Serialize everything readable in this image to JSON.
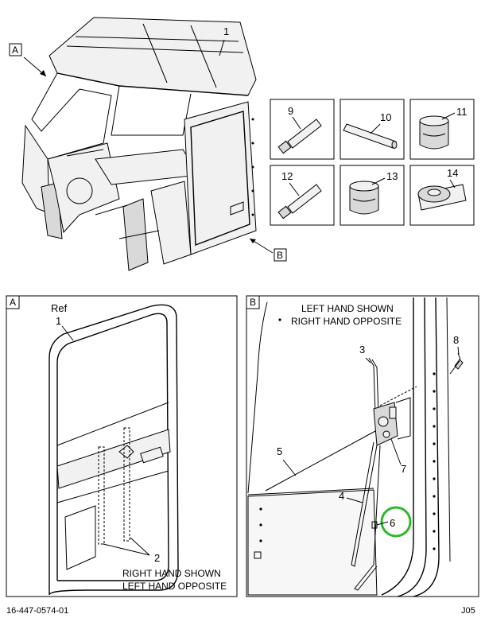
{
  "main_view": {
    "callout_1": "1",
    "view_a_marker": "A",
    "view_b_marker": "B"
  },
  "parts_panels": [
    {
      "number": "9",
      "icon": "tube-icon"
    },
    {
      "number": "10",
      "icon": "rod-icon"
    },
    {
      "number": "11",
      "icon": "can-icon"
    },
    {
      "number": "12",
      "icon": "tube-icon"
    },
    {
      "number": "13",
      "icon": "can-icon"
    },
    {
      "number": "14",
      "icon": "tape-roll-icon"
    }
  ],
  "detail_a": {
    "letter": "A",
    "ref_text": "Ref",
    "callout_1": "1",
    "callout_2": "2",
    "note_line1": "RIGHT HAND SHOWN",
    "note_line2": "LEFT HAND OPPOSITE"
  },
  "detail_b": {
    "letter": "B",
    "note_line1": "LEFT HAND SHOWN",
    "note_line2": "RIGHT HAND OPPOSITE",
    "callouts": [
      "3",
      "4",
      "5",
      "6",
      "7",
      "8"
    ],
    "highlight_color": "#2db82d"
  },
  "footer": {
    "drawing_number": "16-447-0574-01",
    "sheet_code": "J05"
  }
}
